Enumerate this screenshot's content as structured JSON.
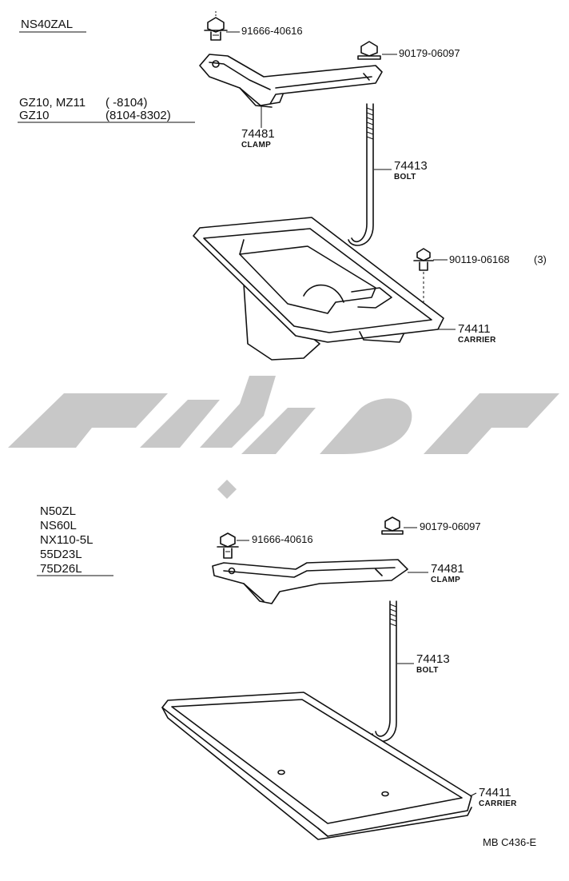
{
  "section_top": {
    "engine_label": "NS40ZAL",
    "applicability": [
      {
        "model": "GZ10, MZ11",
        "range": "(      -8104)"
      },
      {
        "model": "GZ10",
        "range": "(8104-8302)"
      }
    ],
    "parts": [
      {
        "part_no": "91666-40616",
        "name": ""
      },
      {
        "part_no": "90179-06097",
        "name": ""
      },
      {
        "part_no": "74481",
        "name": "CLAMP"
      },
      {
        "part_no": "74413",
        "name": "BOLT"
      },
      {
        "part_no": "90119-06168",
        "qty": "(3)",
        "name": ""
      },
      {
        "part_no": "74411",
        "name": "CARRIER"
      }
    ]
  },
  "section_bottom": {
    "battery_types": [
      "N50ZL",
      "NS60L",
      "NX110-5L",
      "55D23L",
      "75D26L"
    ],
    "parts": [
      {
        "part_no": "91666-40616",
        "name": ""
      },
      {
        "part_no": "90179-06097",
        "name": ""
      },
      {
        "part_no": "74481",
        "name": "CLAMP"
      },
      {
        "part_no": "74413",
        "name": "BOLT"
      },
      {
        "part_no": "74411",
        "name": "CARRIER"
      }
    ]
  },
  "drawing_code": "MB C436-E",
  "watermark_color": "#c8c8c8"
}
